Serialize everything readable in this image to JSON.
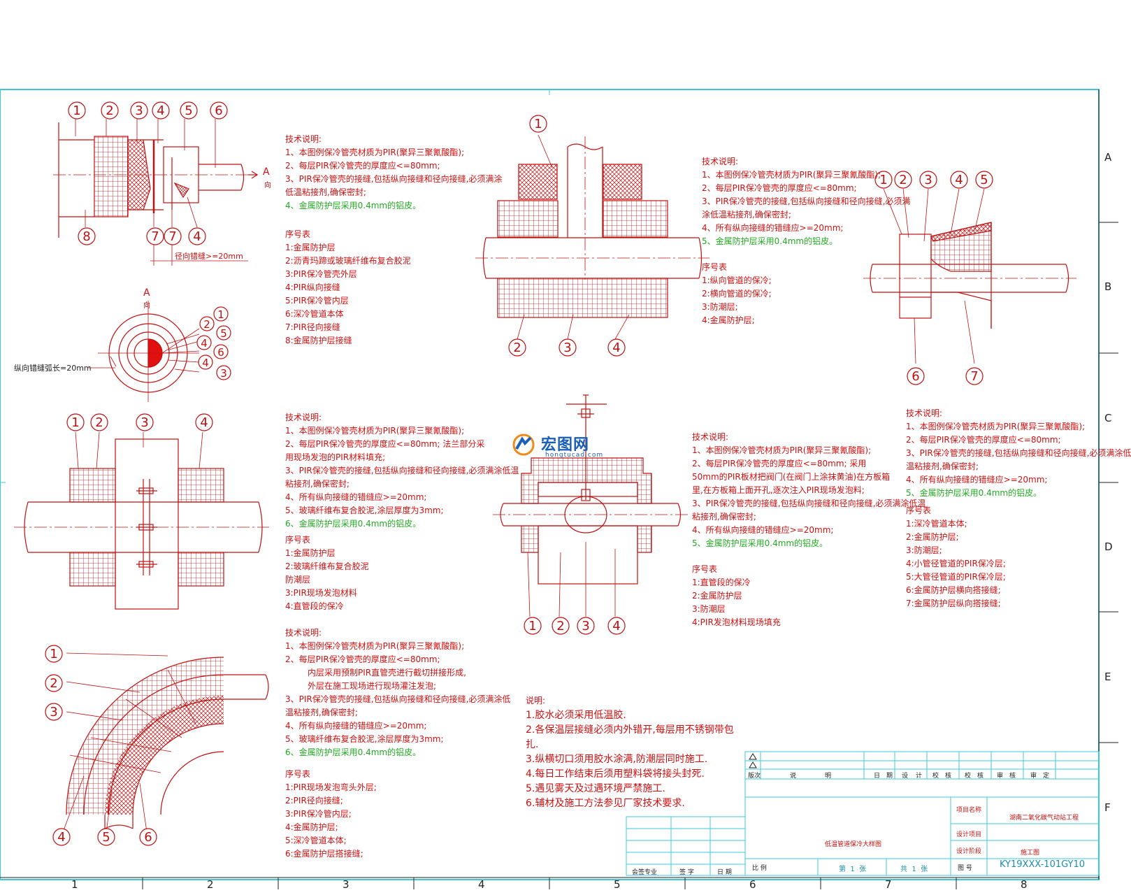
{
  "colors": {
    "line": "#c01010",
    "frame": "#3cc8d8",
    "green": "#22aa22",
    "fill_red": "#e01010"
  },
  "grid": {
    "cols": [
      "1",
      "2",
      "3",
      "4",
      "5",
      "6",
      "7",
      "8"
    ],
    "rows": [
      "A",
      "B",
      "C",
      "D",
      "E",
      "F"
    ]
  },
  "logo": {
    "name": "宏图网",
    "url": "hongtucad.com"
  },
  "fig1": {
    "callouts": [
      "1",
      "2",
      "3",
      "4",
      "5",
      "6",
      "8",
      "7",
      "7",
      "4"
    ],
    "dir_label_a": "A",
    "dir_label_b": "向",
    "dim": "径向错缝>=20mm"
  },
  "fig1b": {
    "title_a": "A",
    "title_b": "向",
    "callouts": [
      "1",
      "2",
      "5",
      "4",
      "6",
      "4",
      "3"
    ],
    "dim": "纵向错缝弧长=20mm"
  },
  "fig2": {
    "callouts": [
      "1",
      "2",
      "3",
      "4"
    ]
  },
  "fig3": {
    "callouts": [
      "1",
      "2",
      "3",
      "4",
      "5",
      "6",
      "7"
    ]
  },
  "fig4": {
    "callouts": [
      "1",
      "2",
      "3",
      "4"
    ]
  },
  "fig5": {
    "callouts": [
      "1",
      "2",
      "3",
      "4"
    ]
  },
  "fig6": {
    "callouts": [
      "1",
      "2",
      "3",
      "4",
      "5",
      "6"
    ]
  },
  "notes1": {
    "heading": "技术说明:",
    "lines": [
      "1、本图例保冷管壳材质为PIR(聚异三聚氰酸酯);",
      "2、每层PIR保冷管壳的厚度应<=80mm;",
      "3、PIR保冷管壳的接缝,包括纵向接缝和径向接缝,必须满涂",
      "低温粘接剂,确保密封;"
    ],
    "green": "4、金属防护层采用0.4mm的铝皮。",
    "seq_heading": "序号表",
    "seq": [
      "1:金属防护层",
      "2:沥青玛蹄或玻璃纤维布复合胶泥",
      "3:PIR保冷管壳外层",
      "4:PIR纵向接缝",
      "5:PIR保冷管内层",
      "6:深冷管道本体",
      "7:PIR径向接缝",
      "8:金属防护层接缝"
    ]
  },
  "notes2": {
    "heading": "技术说明:",
    "lines": [
      "1、本图例保冷管壳材质为PIR(聚异三聚氰酸酯);",
      "2、每层PIR保冷管壳的厚度应<=80mm;",
      "3、PIR保冷管壳的接缝,包括纵向接缝和径向接缝,必须满",
      "涂低温粘接剂,确保密封;",
      "4、所有纵向接缝的错缝应>=20mm;"
    ],
    "green": "5、金属防护层采用0.4mm的铝皮。",
    "seq_heading": "序号表",
    "seq": [
      "1:纵向管道的保冷;",
      "2:横向管道的保冷;",
      "3:防潮层;",
      "4:金属防护层;"
    ]
  },
  "notes3": {
    "heading": "技术说明:",
    "lines": [
      "1、本图例保冷管壳材质为PIR(聚异三聚氰酸酯);",
      "2、每层PIR保冷管壳的厚度应<=80mm; 法兰部分采",
      "用现场发泡的PIR材料填充;",
      "3、PIR保冷管壳的接缝,包括纵向接缝和径向接缝,必须满涂低温",
      "粘接剂,确保密封;",
      "4、所有纵向接缝的错缝应>=20mm;",
      "5、玻璃纤维布复合胶泥,涂层厚度为3mm;"
    ],
    "green": "6、金属防护层采用0.4mm的铝皮。",
    "seq_heading": "序号表",
    "seq": [
      "1:金属防护层",
      "2:玻璃纤维布复合胶泥",
      "防潮层",
      "3:PIR现场发泡材料",
      "4:直管段的保冷"
    ]
  },
  "notes4": {
    "heading": "技术说明:",
    "lines": [
      "1、本图例保冷管壳材质为PIR(聚异三聚氰酸酯);",
      "2、每层PIR保冷管壳的厚度应<=80mm; 采用",
      "50mm的PIR板材把阀门(在阀门上涂抹黄油)在方板箱",
      "里,在方板箱上面开孔,逐次注入PIR现场发泡料;",
      "3、PIR保冷管壳的接缝,包括纵向接缝和径向接缝,必须满涂低温",
      "粘接剂,确保密封;",
      "4、所有纵向接缝的错缝应>=20mm;"
    ],
    "green": "5、金属防护层采用0.4mm的铝皮。",
    "seq_heading": "序号表",
    "seq": [
      "1:直管段的保冷",
      "2:金属防护层",
      "3:防潮层",
      "4:PIR发泡材料现场填充"
    ]
  },
  "notes5": {
    "heading": "技术说明:",
    "lines": [
      "1、本图例保冷管壳材质为PIR(聚异三聚氰酸酯);",
      "2、每层PIR保冷管壳的厚度应<=80mm;",
      "3、PIR保冷管壳的接缝,包括纵向接缝和径向接缝,必须满涂低",
      "温粘接剂,确保密封;",
      "4、所有纵向接缝的错缝应>=20mm;"
    ],
    "green": "5、金属防护层采用0.4mm的铝皮。",
    "seq_heading": "序号表",
    "seq": [
      "1:深冷管道本体;",
      "2:金属防护层;",
      "3:防潮层;",
      "4:小管径管道的PIR保冷层;",
      "5:大管径管道的PIR保冷层;",
      "6:金属防护层横向搭接缝;",
      "7:金属防护层纵向搭接缝;"
    ]
  },
  "notes6": {
    "heading": "技术说明:",
    "lines": [
      "1、本图例保冷管壳材质为PIR(聚异三聚氰酸酯);",
      "2、每层PIR保冷管壳的厚度应<=80mm;",
      "内层采用预制PIR直管壳进行截切拼接形成,",
      "外层在施工现场进行现场灌注发泡;",
      "3、PIR保冷管壳的接缝,包括纵向接缝和径向接缝,必须满涂低",
      "温粘接剂,确保密封;",
      "4、所有纵向接缝的错缝应>=20mm;",
      "5、玻璃纤维布复合胶泥,涂层厚度为3mm;"
    ],
    "green": "6、金属防护层采用0.4mm的铝皮。",
    "seq_heading": "序号表",
    "seq": [
      "1:PIR现场发泡弯头外层;",
      "2:PIR径向接缝;",
      "3:PIR保冷管内层;",
      "4:金属防护层;",
      "5:深冷管道本体;",
      "6:金属防护层搭接缝;"
    ]
  },
  "notes7": {
    "heading": "说明:",
    "lines": [
      "1.胶水必须采用低温胶.",
      "2.各保温层接缝必须内外错开,每层用不锈钢带包",
      "扎.",
      "3.纵横切口须用胶水涂满,防潮层同时施工.",
      "4.每日工作结束后须用塑料袋将接头封死.",
      "5.遇见雾天及过遇环境严禁施工.",
      "6.辅材及施工方法参见厂家技术要求."
    ]
  },
  "titleblock": {
    "rev_header": [
      "版次",
      "说",
      "明",
      "日",
      "期",
      "设",
      "计",
      "校",
      "核",
      "校",
      "核",
      "审",
      "核",
      "审",
      "定"
    ],
    "project_label": "项目名称",
    "project_name": "湖南二氧化碳气动站工程",
    "design_item": "设计项目",
    "design_stage": "设计阶段",
    "stage_value": "施工图",
    "drawing_title": "低温管道保冷大样图",
    "scale_label": "比 例",
    "sheet_label_a": "第",
    "sheet_num": "1",
    "sheet_label_b": "张",
    "total_label_a": "共",
    "total_num": "1",
    "total_label_b": "张",
    "drawing_no_label": "图 号",
    "drawing_no": "KY19XXX-101GY10",
    "sign_labels": [
      "会签专业",
      "签 字",
      "日 期"
    ]
  }
}
